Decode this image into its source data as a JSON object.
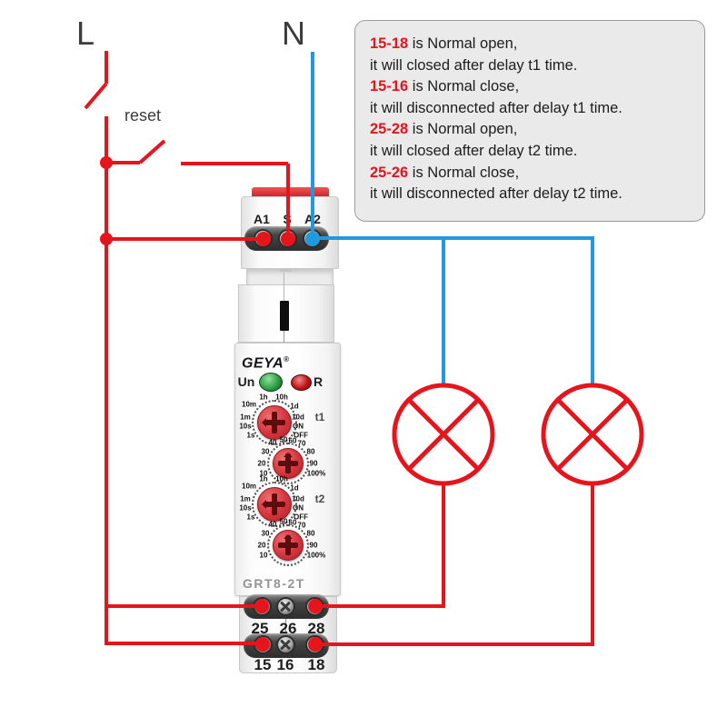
{
  "colors": {
    "wire_red": "#e8141c",
    "wire_blue": "#2199e0",
    "label_text": "#3c3c3c",
    "info_bg": "#eaeaea",
    "info_border": "#9b9b9b",
    "info_text": "#1d1d1d",
    "info_em": "#e8141c",
    "led_green": "#2f9e43",
    "led_red": "#c01318",
    "dial_red": "#d4343c"
  },
  "labels": {
    "live": "L",
    "neutral": "N",
    "reset": "reset"
  },
  "info_box": {
    "lines": [
      {
        "em": "15-18",
        "text": " is Normal open,"
      },
      {
        "em": "",
        "text": "it will closed after delay t1 time."
      },
      {
        "em": "15-16",
        "text": " is Normal close,"
      },
      {
        "em": "",
        "text": "it will disconnected after delay t1 time."
      },
      {
        "em": "25-28",
        "text": " is Normal open,"
      },
      {
        "em": "",
        "text": "it will closed after delay t2 time."
      },
      {
        "em": "25-26",
        "text": " is Normal close,"
      },
      {
        "em": "",
        "text": "it will disconnected after delay t2 time."
      }
    ]
  },
  "device": {
    "brand": "GEYA",
    "brand_mark": "®",
    "model": "GRT8-2T",
    "power_led_label": "Un",
    "reset_led_label": "R",
    "top_terminals": {
      "a1": "A1",
      "s": "S",
      "a2": "A2"
    },
    "bottom_row1": {
      "t1": "25",
      "t2": "26",
      "t3": "28"
    },
    "bottom_row2": {
      "t1": "15",
      "t2": "16",
      "t3": "18"
    },
    "dial_t1": {
      "side": "t1",
      "top1": "1h",
      "top2": "10h",
      "l1": "10m",
      "l2": "1m",
      "l3": "10s",
      "l4": "1s",
      "r1": "1d",
      "r2": "10d",
      "r3": "ON",
      "r4": "OFF"
    },
    "dial_p1": {
      "t1": "40",
      "t2": "50",
      "t3": "60",
      "t4": "70",
      "l1": "30",
      "l2": "20",
      "l3": "10",
      "r1": "80",
      "r2": "90",
      "r3": "100%"
    },
    "dial_t2": {
      "side": "t2",
      "top1": "1h",
      "top2": "10h",
      "l1": "10m",
      "l2": "1m",
      "l3": "10s",
      "l4": "1s",
      "r1": "1d",
      "r2": "10d",
      "r3": "ON",
      "r4": "OFF"
    },
    "dial_p2": {
      "t1": "40",
      "t2": "50",
      "t3": "60",
      "t4": "70",
      "l1": "30",
      "l2": "20",
      "l3": "10",
      "r1": "80",
      "r2": "90",
      "r3": "100%"
    }
  }
}
